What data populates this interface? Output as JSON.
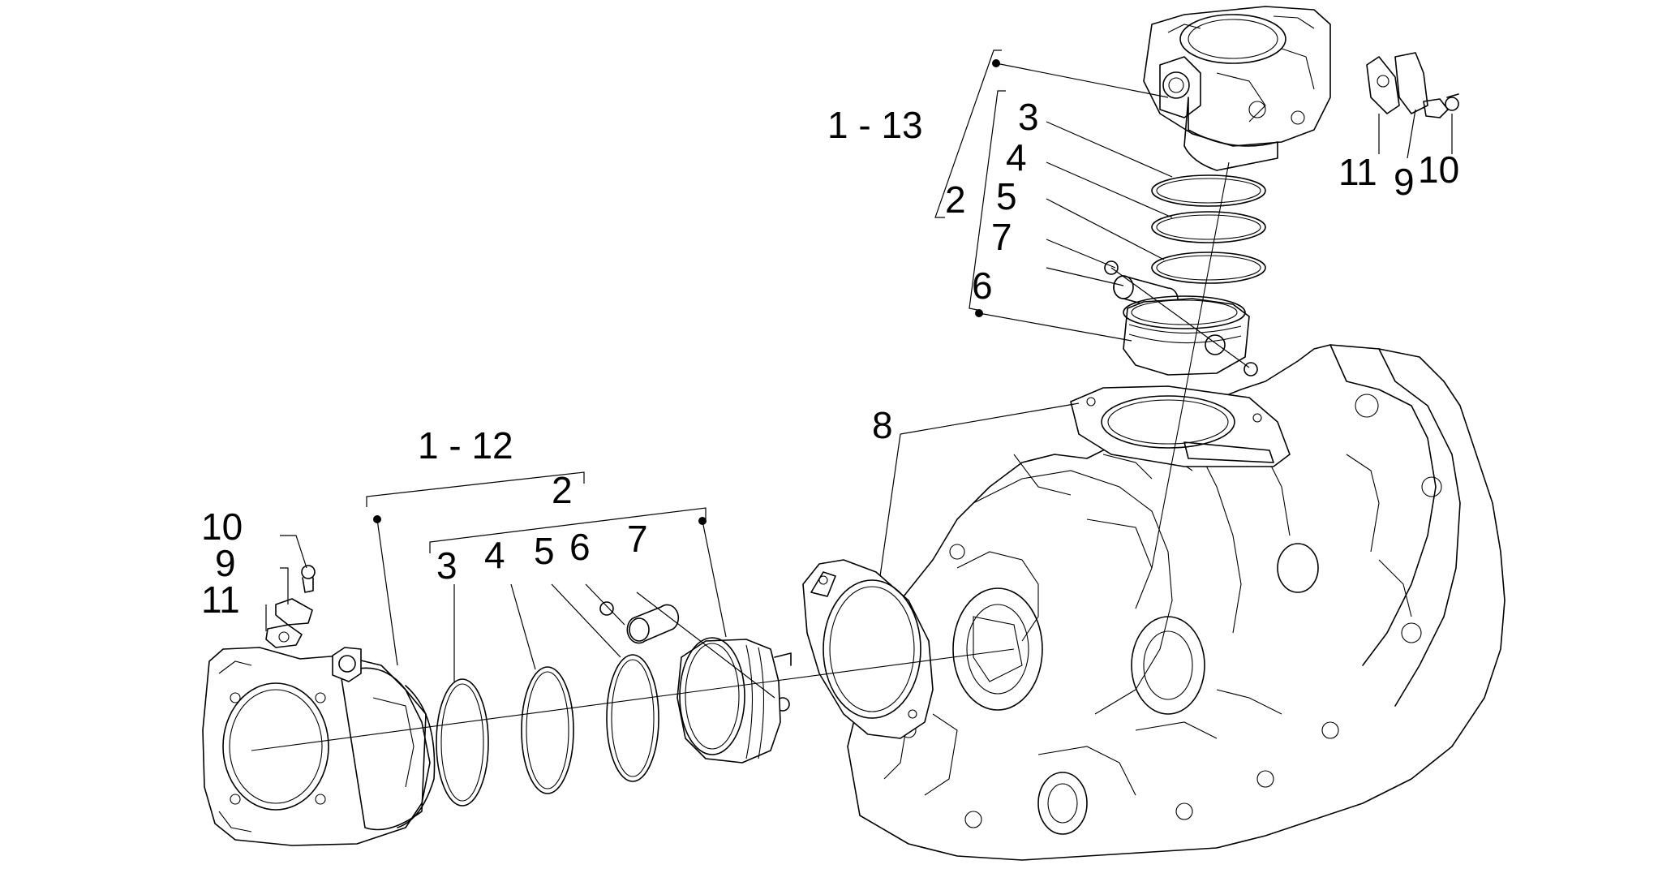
{
  "callouts": {
    "top_1_13": "1 - 13",
    "top_2": "2",
    "top_3": "3",
    "top_4": "4",
    "top_5": "5",
    "top_7": "7",
    "top_6": "6",
    "top_11": "11",
    "top_9": "9",
    "top_10": "10",
    "mid_8": "8",
    "left_1_12": "1 - 12",
    "left_2": "2",
    "left_3": "3",
    "left_4": "4",
    "left_5": "5",
    "left_6": "6",
    "left_7": "7",
    "left_10": "10",
    "left_9": "9",
    "left_11": "11"
  }
}
